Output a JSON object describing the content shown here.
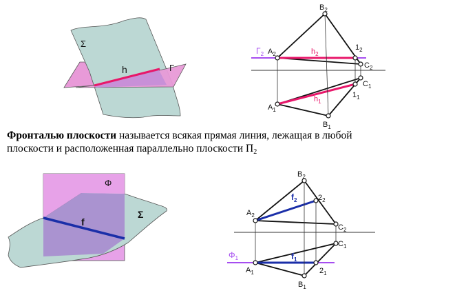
{
  "caption": {
    "term": "Фронталью плоскости",
    "line1_rest": "называется всякая прямая линия, лежащая в любой",
    "line2": "плоскости и расположенная параллельно плоскости П",
    "line2_sub": "2"
  },
  "fig1_pictorial": {
    "sigma_label": "Σ",
    "gamma_label": "Γ",
    "line_label": "h"
  },
  "fig1_epure": {
    "trace_label": "Γ",
    "trace_sub": "2",
    "A2": "A",
    "A2_sub": "2",
    "B2": "B",
    "B2_sub": "2",
    "C2": "C",
    "C2_sub": "2",
    "p12": "1",
    "p12_sub": "2",
    "h2": "h",
    "h2_sub": "2",
    "A1": "A",
    "A1_sub": "1",
    "B1": "B",
    "B1_sub": "1",
    "C1": "C",
    "C1_sub": "1",
    "p11": "1",
    "p11_sub": "1",
    "h1": "h",
    "h1_sub": "1"
  },
  "fig2_pictorial": {
    "phi_label": "Φ",
    "sigma_label": "Σ",
    "line_label": "f"
  },
  "fig2_epure": {
    "trace_label": "Φ",
    "trace_sub": "1",
    "A2": "A",
    "A2_sub": "2",
    "B2": "B",
    "B2_sub": "2",
    "C2": "C",
    "C2_sub": "2",
    "p22": "2",
    "p22_sub": "2",
    "f2": "f",
    "f2_sub": "2",
    "A1": "A",
    "A1_sub": "1",
    "B1": "B",
    "B1_sub": "1",
    "C1": "C",
    "C1_sub": "1",
    "p21": "2",
    "p21_sub": "1",
    "f1": "f",
    "f1_sub": "1"
  },
  "colors": {
    "red_line": "#e8176a",
    "blue_line": "#1a2ea8",
    "trace_purple": "#a64df0",
    "gamma_plane": "#e89ad8",
    "sigma_plane": "#bcd8d4",
    "phi_plane": "#e7a2e8",
    "overlap": "#a98fd0"
  }
}
